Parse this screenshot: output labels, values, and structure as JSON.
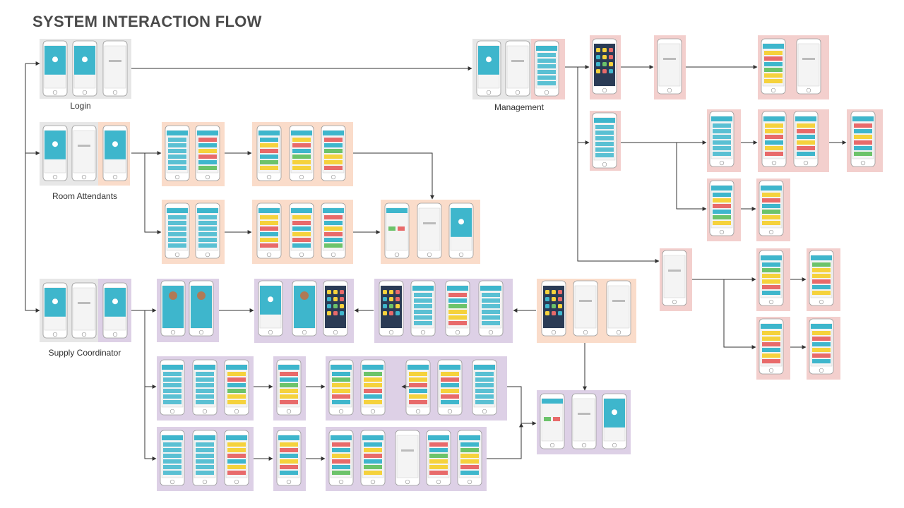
{
  "diagram": {
    "title": "SYSTEM INTERACTION FLOW",
    "roles": [
      {
        "id": "login",
        "label": "Login"
      },
      {
        "id": "room",
        "label": "Room Attendants"
      },
      {
        "id": "supply",
        "label": "Supply Coordinator"
      },
      {
        "id": "mgmt",
        "label": "Management"
      }
    ]
  },
  "colors": {
    "grey_panel": "#e7e7e7",
    "orange_panel": "#fadcca",
    "pink_panel": "#f3cfcd",
    "purple_panel": "#ddd0e6",
    "teal": "#3eb6cc",
    "yellow": "#f5d23c",
    "red": "#e86a6a",
    "green": "#6cc36a",
    "arrow": "#333333"
  },
  "icons": [
    "phone-icon",
    "arrow-icon"
  ]
}
